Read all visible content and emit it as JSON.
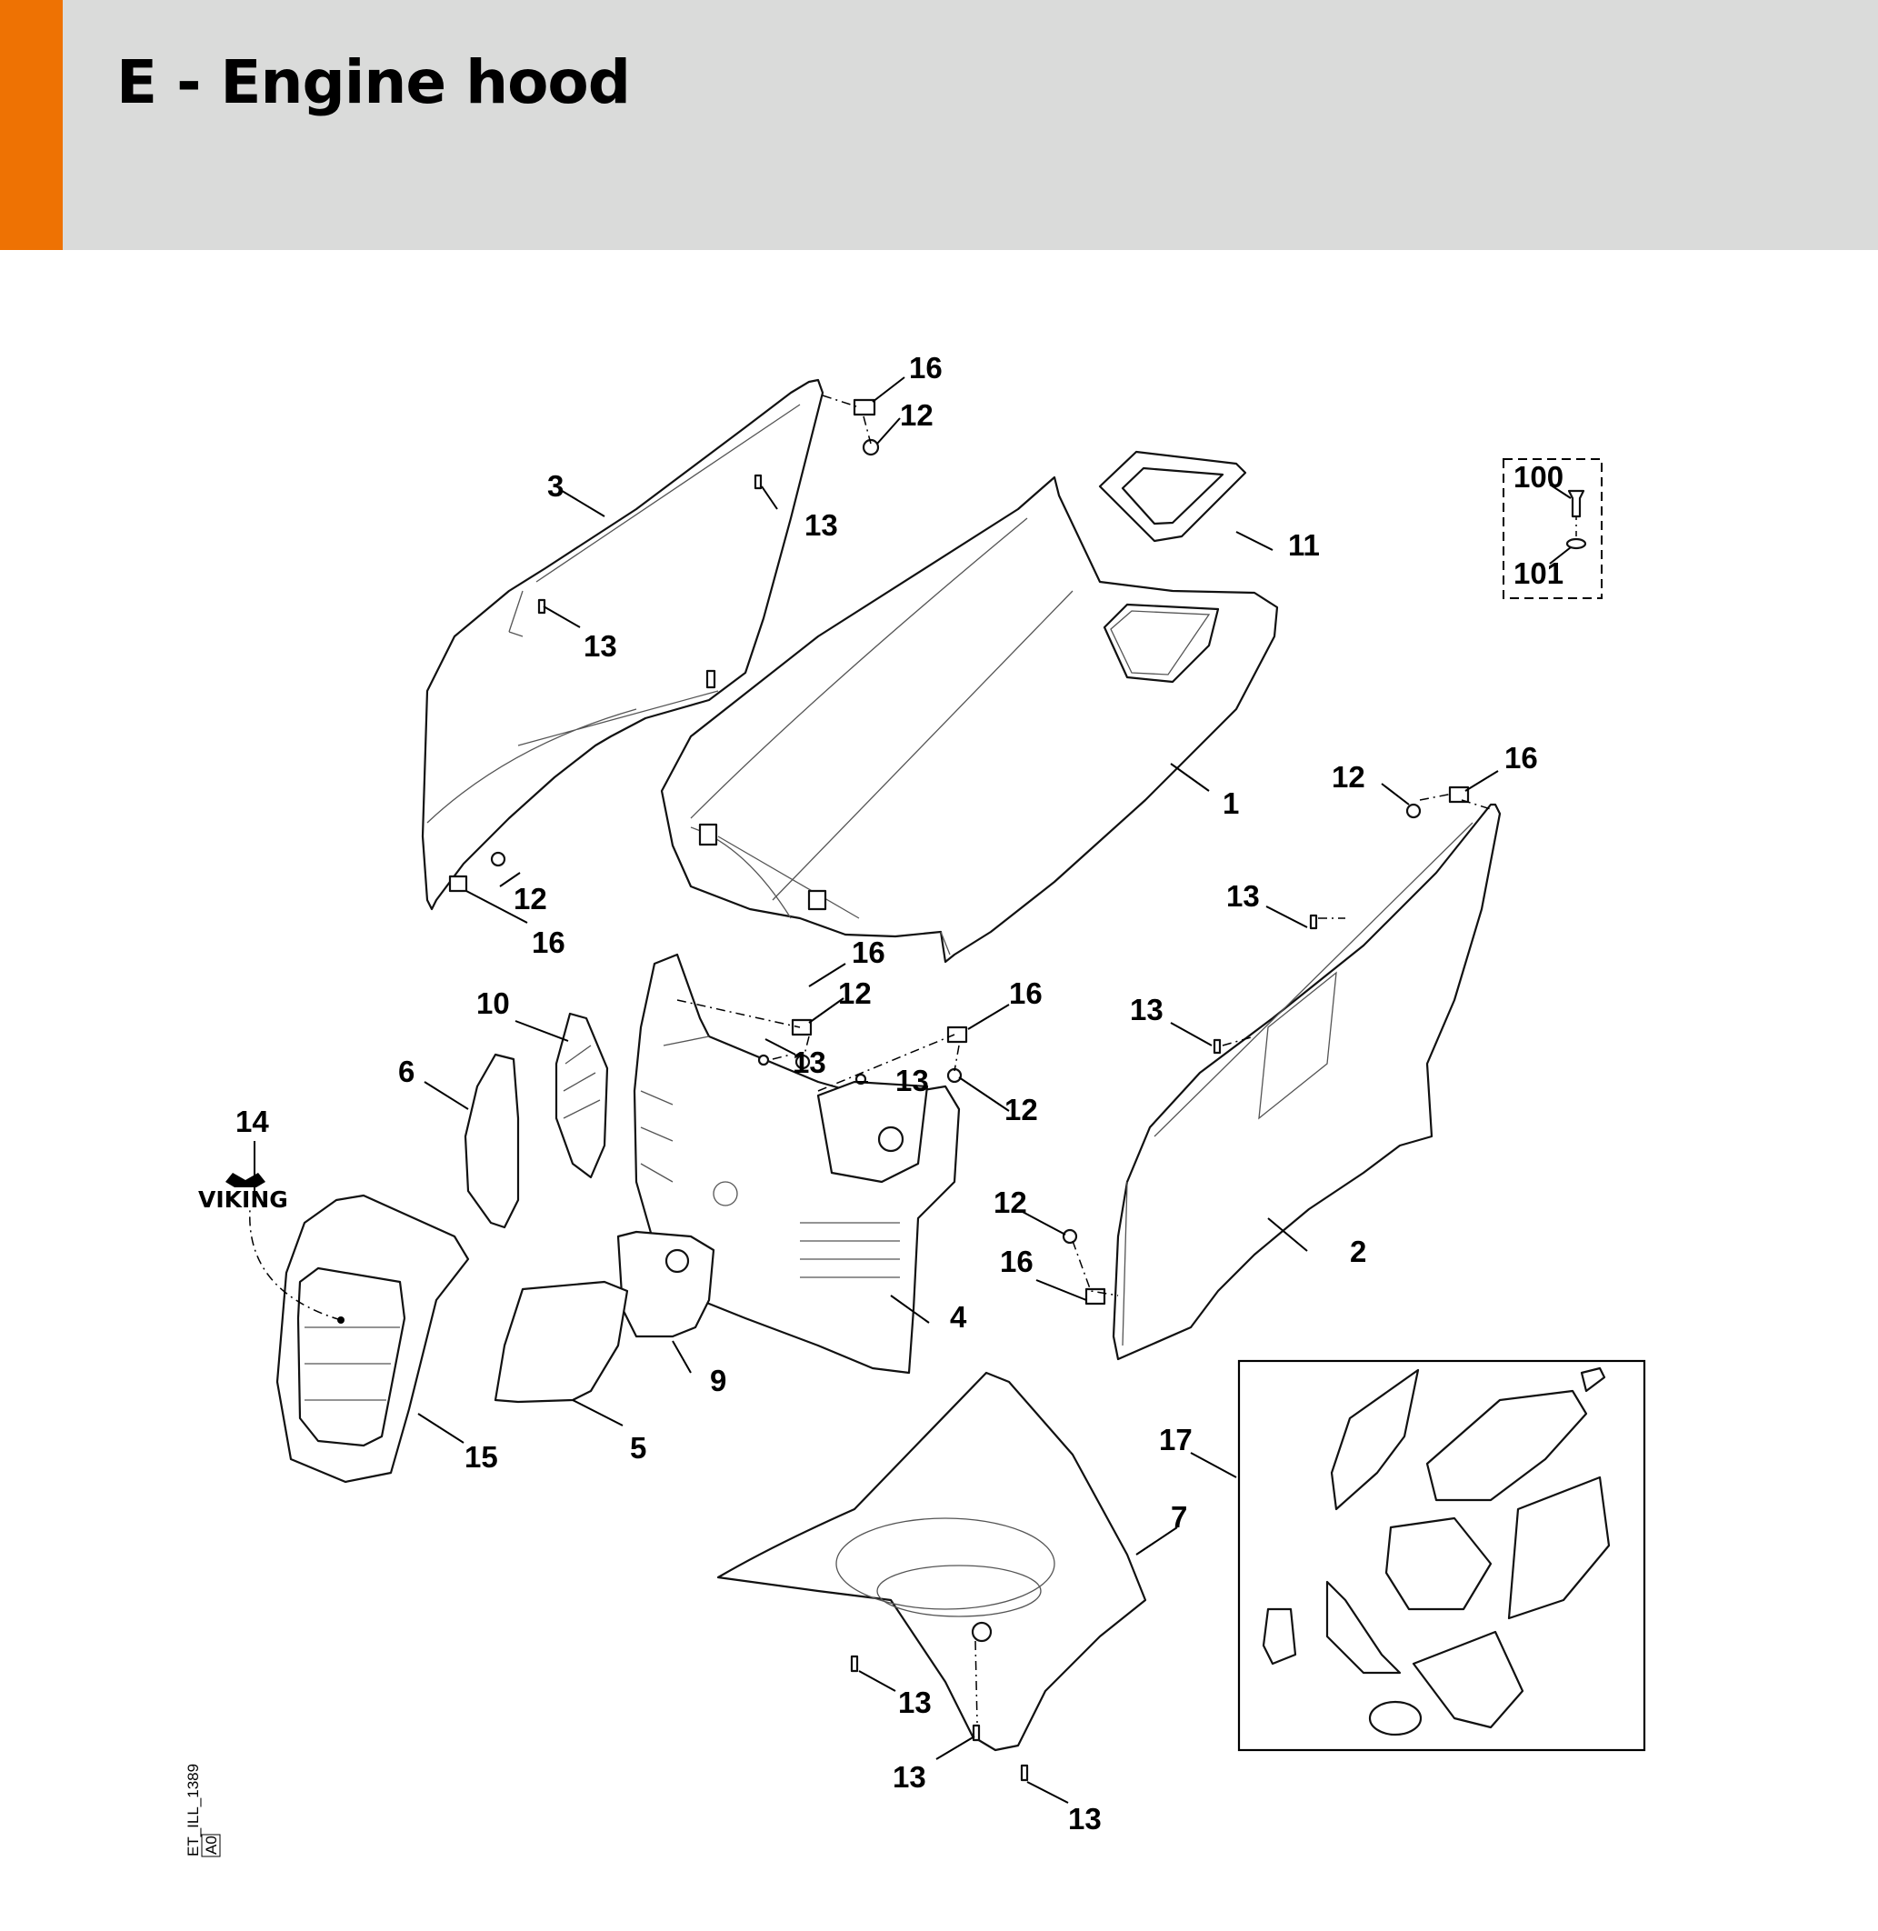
{
  "header": {
    "title": "E - Engine hood",
    "accent_color": "#ee7203",
    "background_color": "#dadbda"
  },
  "diagram": {
    "callouts": {
      "c1": "1",
      "c2": "2",
      "c3": "3",
      "c4": "4",
      "c5": "5",
      "c6": "6",
      "c7": "7",
      "c9": "9",
      "c10": "10",
      "c11": "11",
      "c12a": "12",
      "c12b": "12",
      "c12c": "12",
      "c12d": "12",
      "c12e": "12",
      "c12f": "12",
      "c13a": "13",
      "c13b": "13",
      "c13c": "13",
      "c13d": "13",
      "c13e": "13",
      "c13f": "13",
      "c13g": "13",
      "c13h": "13",
      "c13i": "13",
      "c14": "14",
      "c15": "15",
      "c16a": "16",
      "c16b": "16",
      "c16c": "16",
      "c16d": "16",
      "c16e": "16",
      "c16f": "16",
      "c17": "17",
      "c100": "100",
      "c101": "101"
    },
    "logo_text": "VIKING",
    "illustration_code": "ET_ILL_1389",
    "revision": "A0"
  }
}
